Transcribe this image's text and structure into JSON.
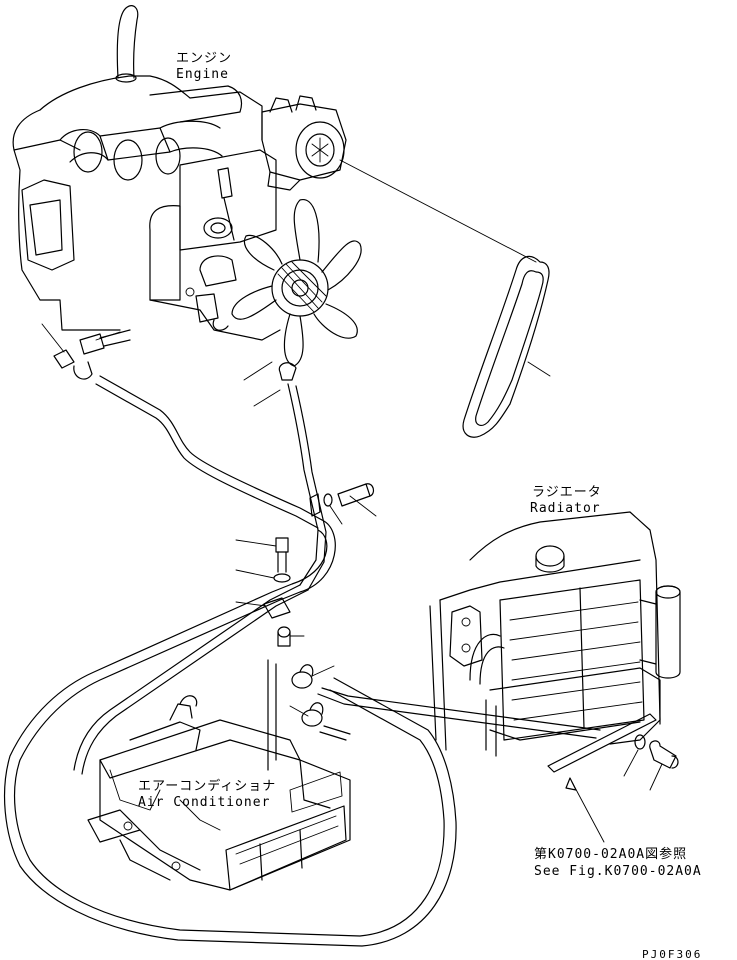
{
  "labels": {
    "engine_jp": "エンジン",
    "engine_en": "Engine",
    "radiator_jp": "ラジエータ",
    "radiator_en": "Radiator",
    "aircon_jp": "エアーコンディショナ",
    "aircon_en": "Air Conditioner",
    "ref_jp": "第K0700-02A0A図参照",
    "ref_en": "See Fig.K0700-02A0A",
    "drawing_code": "PJ0F306"
  },
  "colors": {
    "line": "#000000",
    "background": "#ffffff"
  }
}
